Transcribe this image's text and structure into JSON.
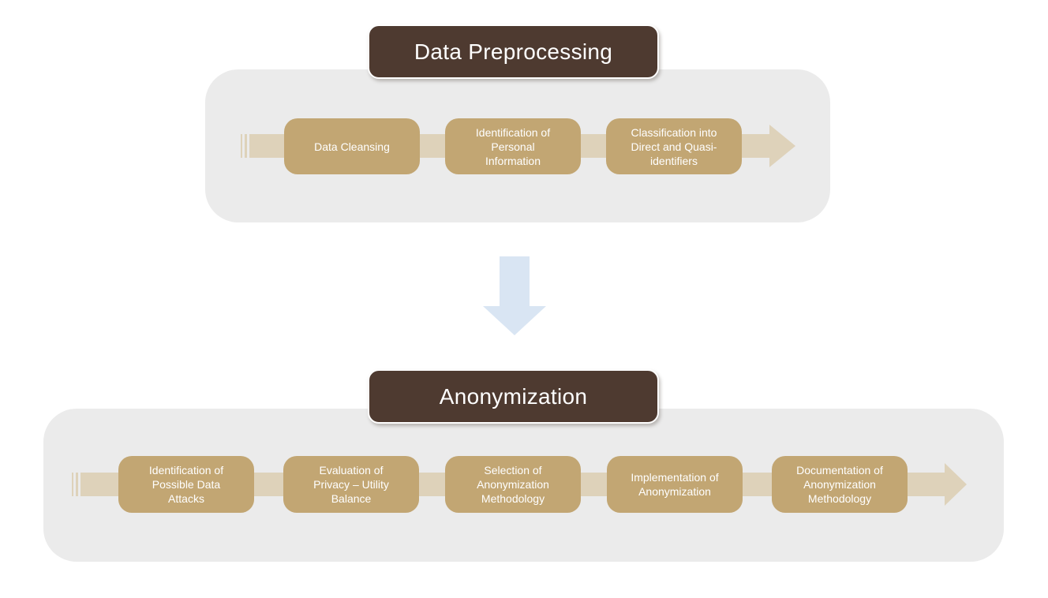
{
  "diagram": {
    "sections": [
      {
        "title": "Data Preprocessing",
        "steps": [
          "Data Cleansing",
          "Identification of Personal Information",
          "Classification into Direct and Quasi-identifiers"
        ]
      },
      {
        "title": "Anonymization",
        "steps": [
          "Identification of Possible Data Attacks",
          "Evaluation of Privacy – Utility Balance",
          "Selection of Anonymization Methodology",
          "Implementation of Anonymization",
          "Documentation of Anonymization Methodology"
        ]
      }
    ],
    "colors": {
      "panel_bg": "#ebebeb",
      "header_bg": "#4e3a30",
      "header_text": "#ffffff",
      "step_bg": "#c2a673",
      "step_text": "#ffffff",
      "flow_arrow": "#ded2ba",
      "down_arrow": "#d9e5f3"
    }
  }
}
